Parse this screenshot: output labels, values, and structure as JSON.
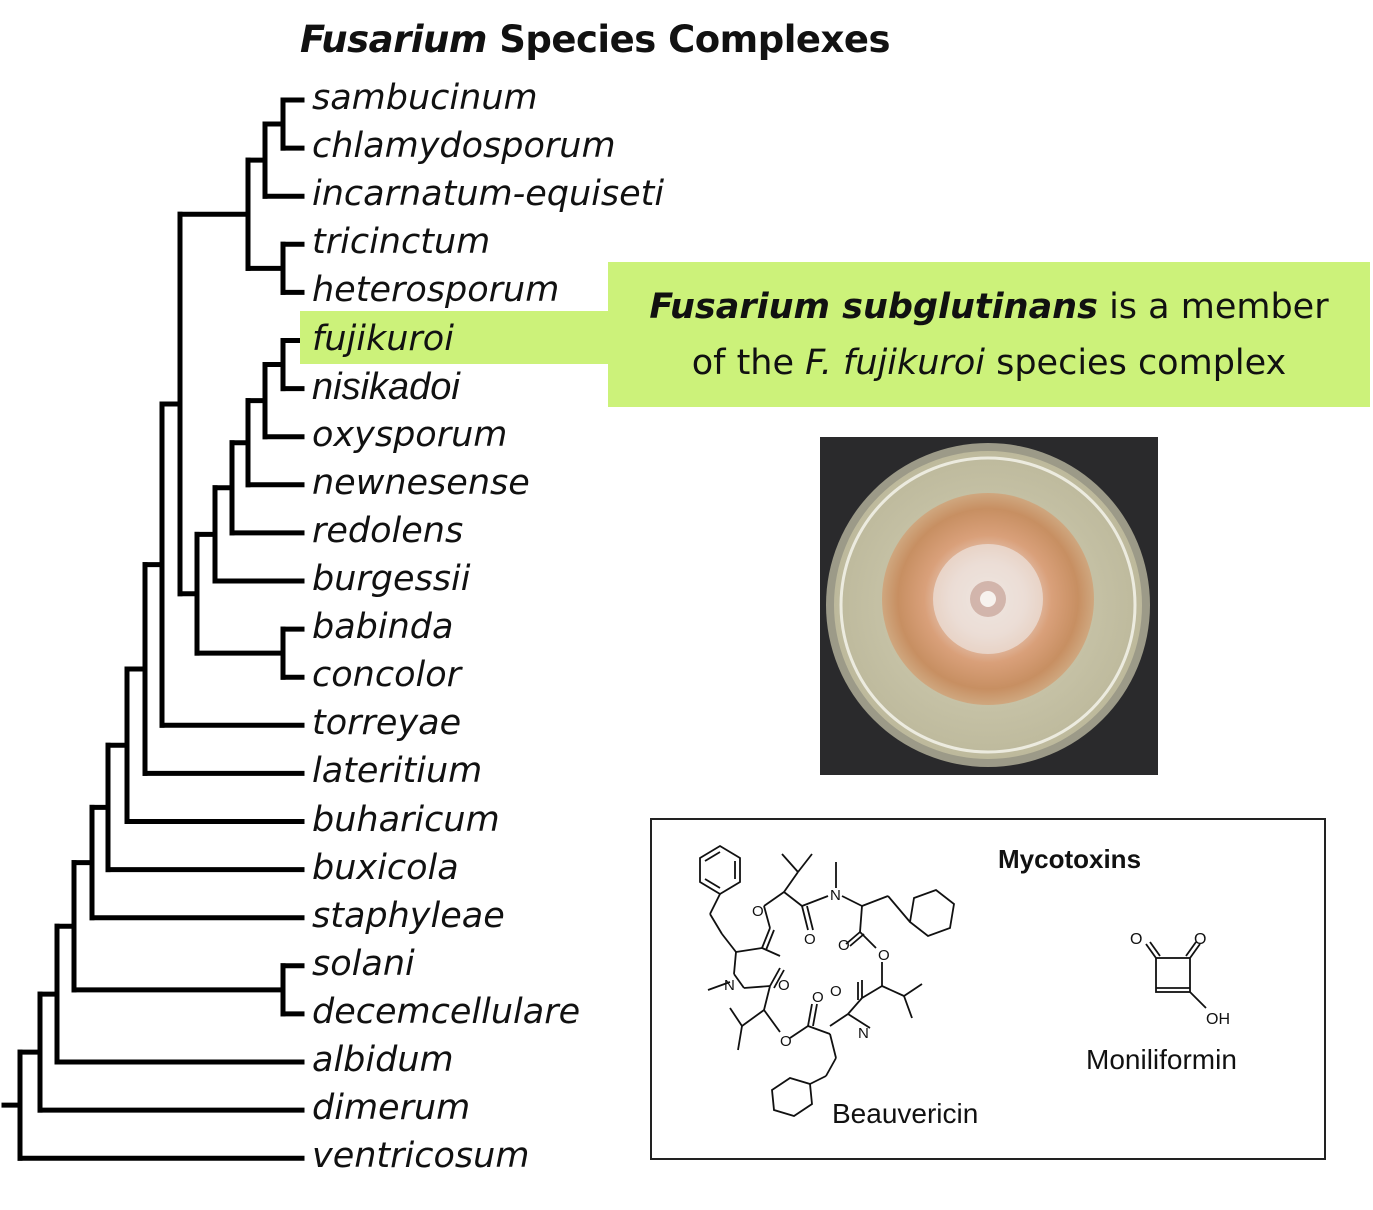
{
  "title": {
    "genus": "Fusarium",
    "rest": " Species Complexes"
  },
  "leaves": [
    "sambucinum",
    "chlamydosporum",
    "incarnatum-equiseti",
    "tricinctum",
    "heterosporum",
    "fujikuroi",
    "nisikadoi",
    "oxysporum",
    "newnesense",
    "redolens",
    "burgessii",
    "babinda",
    "concolor",
    "torreyae",
    "lateritium",
    "buharicum",
    "buxicola",
    "staphyleae",
    "solani",
    "decemcellulare",
    "albidum",
    "dimerum",
    "ventricosum"
  ],
  "highlighted_leaf": "fujikuroi",
  "callout": {
    "species": "Fusarium subglutinans",
    "line1_rest": " is a member",
    "line2_pre": "of the ",
    "line2_italic": "F. fujikuroi",
    "line2_post": " species complex"
  },
  "photo": {
    "subject": "culture plate"
  },
  "mycotoxins": {
    "title": "Mycotoxins",
    "compounds": [
      "Beauvericin",
      "Moniliformin"
    ],
    "atom_labels": {
      "oxygen": "O",
      "nitrogen": "N",
      "hydroxyl": "OH"
    }
  },
  "colors": {
    "highlight": "#ccf27a",
    "tree": "#000000",
    "photo_bg": "#2a2a2c",
    "colony": "#d9a07a"
  }
}
